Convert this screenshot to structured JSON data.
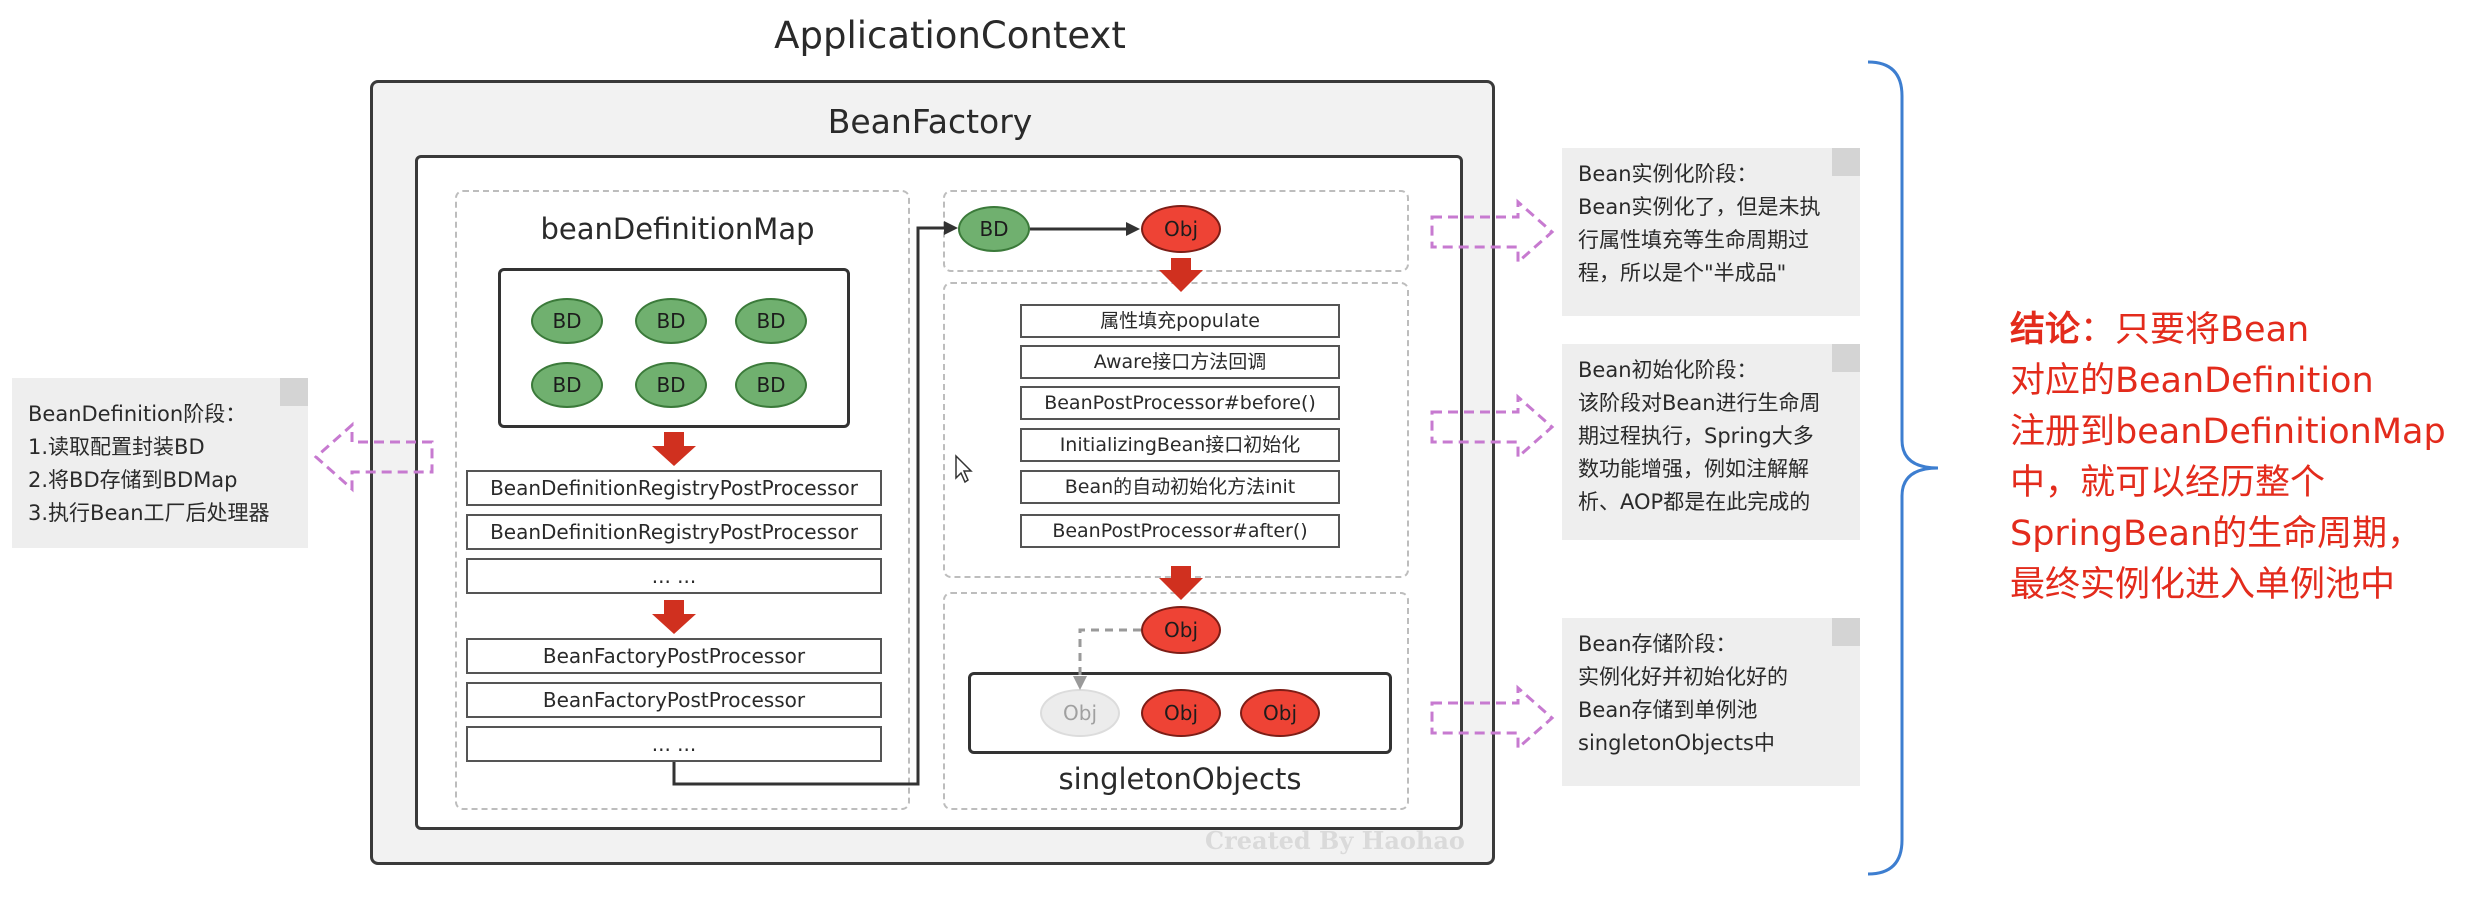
{
  "diagram": {
    "application_context_title": "ApplicationContext",
    "bean_factory_title": "BeanFactory",
    "bean_definition_map": {
      "title": "beanDefinitionMap",
      "bd_nodes": [
        "BD",
        "BD",
        "BD",
        "BD",
        "BD",
        "BD"
      ]
    },
    "registry_processors": [
      "BeanDefinitionRegistryPostProcessor",
      "BeanDefinitionRegistryPostProcessor",
      "... ..."
    ],
    "factory_processors": [
      "BeanFactoryPostProcessor",
      "BeanFactoryPostProcessor",
      "... ..."
    ],
    "instantiation": {
      "bd_label": "BD",
      "obj_label": "Obj"
    },
    "lifecycle_steps": [
      "属性填充populate",
      "Aware接口方法回调",
      "BeanPostProcessor#before()",
      "InitializingBean接口初始化",
      "Bean的自动初始化方法init",
      "BeanPostProcessor#after()"
    ],
    "singleton": {
      "incoming_obj": "Obj",
      "ghost_obj": "Obj",
      "objs": [
        "Obj",
        "Obj"
      ],
      "title": "singletonObjects"
    },
    "watermark": "Created By Haohao"
  },
  "notes": {
    "left": {
      "heading": "BeanDefinition阶段：",
      "lines": [
        "1.读取配置封装BD",
        "2.将BD存储到BDMap",
        "3.执行Bean工厂后处理器"
      ]
    },
    "instantiation": {
      "heading": "Bean实例化阶段：",
      "lines": [
        "Bean实例化了，但是未执",
        "行属性填充等生命周期过",
        "程，所以是个\"半成品\""
      ]
    },
    "initialization": {
      "heading": "Bean初始化阶段：",
      "lines": [
        "该阶段对Bean进行生命周",
        "期过程执行，Spring大多",
        "数功能增强，例如注解解",
        "析、AOP都是在此完成的"
      ]
    },
    "storage": {
      "heading": "Bean存储阶段：",
      "lines": [
        "实例化好并初始化好的",
        "Bean存储到单例池",
        "singletonObjects中"
      ]
    }
  },
  "conclusion": {
    "label": "结论",
    "colon": "：",
    "lines": [
      "只要将Bean",
      "对应的BeanDefinition",
      "注册到beanDefinitionMap",
      "中，就可以经历整个",
      "SpringBean的生命周期，",
      "最终实例化进入单例池中"
    ]
  },
  "colors": {
    "bd_green": "#70b06f",
    "obj_red": "#ee4335",
    "arrow_red": "#d0301f",
    "purple_arrow": "#c77ad0",
    "brace_blue": "#3d7ed0",
    "conclusion_red": "#e32b1c"
  }
}
